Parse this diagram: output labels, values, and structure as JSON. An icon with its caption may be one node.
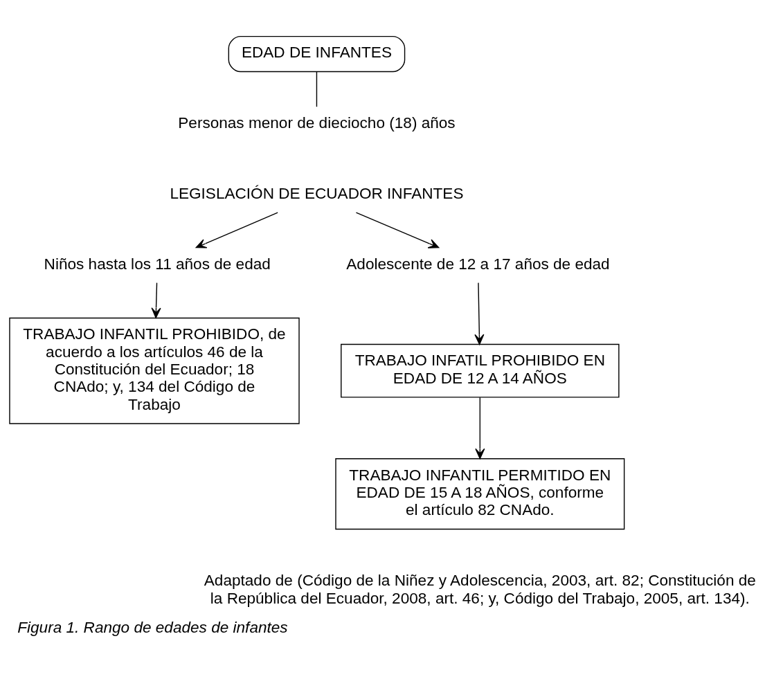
{
  "diagram": {
    "caption": "Figura 1. Rango de edades de infantes",
    "nodes": [
      {
        "text": [
          "EDAD DE INFANTES"
        ]
      },
      {
        "text": [
          "Personas menor de dieciocho (18) años"
        ]
      },
      {
        "text": [
          "LEGISLACIÓN DE ECUADOR INFANTES"
        ]
      },
      {
        "text": [
          "Niños hasta los 11 años de edad"
        ]
      },
      {
        "text": [
          "Adolescente de 12 a 17 años de edad"
        ]
      },
      {
        "text": [
          "TRABAJO INFANTIL PROHIBIDO, de acuerdo a los artículos 46 de la Constitución del Ecuador; 18 CNAdo; y, 134 del Código de Trabajo"
        ]
      },
      {
        "text": [
          "TRABAJO INFATIL PROHIBIDO EN EDAD DE 12 A 14 AÑOS"
        ]
      },
      {
        "text": [
          "TRABAJO INFANTIL PERMITIDO EN EDAD DE 15 A 18 AÑOS, conforme el artículo 82 CNAdo."
        ]
      }
    ],
    "edges": [
      {
        "from": 0,
        "to": 1,
        "arrow": "none"
      },
      {
        "from": 2,
        "to": 3,
        "arrow": "to"
      },
      {
        "from": 2,
        "to": 4,
        "arrow": "to"
      },
      {
        "from": 3,
        "to": 5,
        "arrow": "to"
      },
      {
        "from": 4,
        "to": 6,
        "arrow": "to"
      },
      {
        "from": 6,
        "to": 7,
        "arrow": "to"
      }
    ],
    "labels": [
      "Adaptado de (Código de la Niñez y Adolescencia, 2003, art. 82; Constitución de la República del Ecuador, 2008, art. 46; y, Código del Trabajo, 2005, art. 134)."
    ]
  }
}
